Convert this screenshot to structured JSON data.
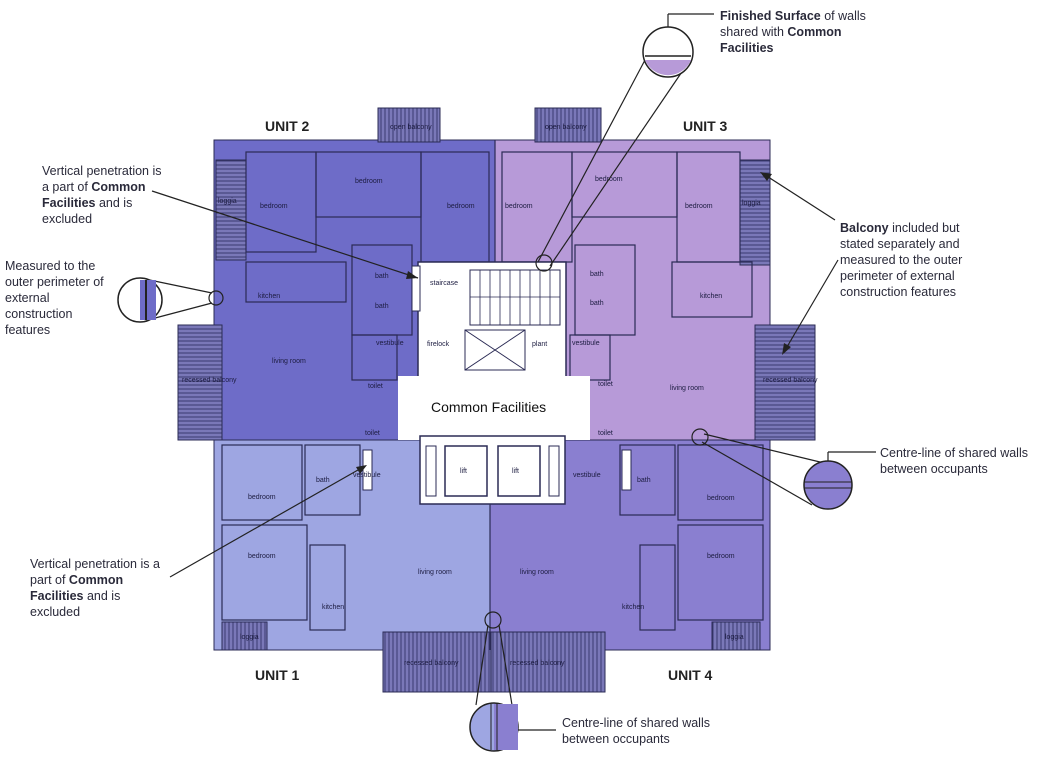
{
  "colors": {
    "unit1": "#9ea6e2",
    "unit2": "#6e6cc8",
    "unit3": "#b79ad8",
    "unit4": "#8a7fd0",
    "common": "#ffffff",
    "hatch": "#5a5a90"
  },
  "units": {
    "unit1": "UNIT 1",
    "unit2": "UNIT 2",
    "unit3": "UNIT 3",
    "unit4": "UNIT 4"
  },
  "common_facilities": "Common Facilities",
  "rooms": {
    "open_balcony": "open balcony",
    "bedroom": "bedroom",
    "loggia": "loggia",
    "kitchen": "kitchen",
    "living_room": "living room",
    "recessed_balcony": "recessed balcony",
    "bath": "bath",
    "vestibule": "vestibule",
    "toilet": "toilet",
    "staircase": "staircase",
    "firelock": "firelock",
    "plant": "plant",
    "lift": "lift"
  },
  "annotations": {
    "finished_surface": {
      "b1": "Finished Surface",
      "t1": " of walls shared with ",
      "b2": "Common Facilities"
    },
    "vertical_top": {
      "t1": "Vertical penetration is a part of ",
      "b1": "Common Facilities",
      "t2": " and is excluded"
    },
    "measured": {
      "t1": "Measured to the outer perimeter of external construction features"
    },
    "balcony": {
      "b1": "Balcony",
      "t1": " included but stated separately and measured to the outer perimeter of external construction features"
    },
    "centre_right": {
      "t1": "Centre-line of shared walls between occupants"
    },
    "vertical_bottom": {
      "t1": "Vertical penetration is a part of ",
      "b1": "Common Facilities",
      "t2": " and is excluded"
    },
    "centre_bottom": {
      "t1": "Centre-line of shared walls between occupants"
    }
  }
}
